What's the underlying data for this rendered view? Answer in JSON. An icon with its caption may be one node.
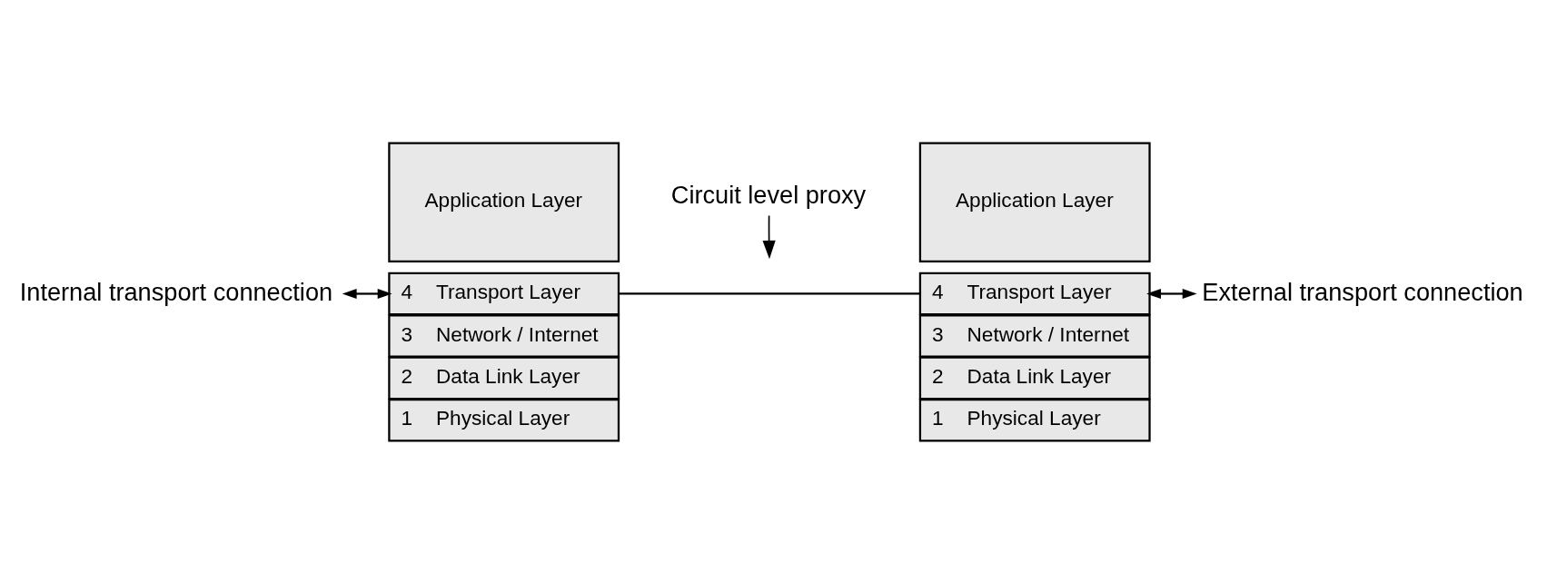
{
  "diagram": {
    "nodes": [
      {
        "text": [
          "Internal transport connection"
        ]
      },
      {
        "text": [
          "Application Layer"
        ]
      },
      {
        "text": [
          "4",
          "Transport Layer"
        ]
      },
      {
        "text": [
          "3",
          "Network / Internet"
        ]
      },
      {
        "text": [
          "2",
          "Data Link Layer"
        ]
      },
      {
        "text": [
          "1",
          "Physical Layer"
        ]
      },
      {
        "text": [
          "Circuit level proxy"
        ]
      },
      {
        "text": [
          "Application Layer"
        ]
      },
      {
        "text": [
          "4",
          "Transport Layer"
        ]
      },
      {
        "text": [
          "3",
          "Network / Internet"
        ]
      },
      {
        "text": [
          "2",
          "Data Link Layer"
        ]
      },
      {
        "text": [
          "1",
          "Physical Layer"
        ]
      },
      {
        "text": [
          "External transport connection"
        ]
      }
    ],
    "edges": [
      {
        "from": 0,
        "to": 2,
        "arrow": "both"
      },
      {
        "from": 2,
        "to": 8,
        "arrow": "none"
      },
      {
        "from": 6,
        "to": null,
        "arrow": "to"
      },
      {
        "from": 8,
        "to": 12,
        "arrow": "both"
      }
    ]
  }
}
